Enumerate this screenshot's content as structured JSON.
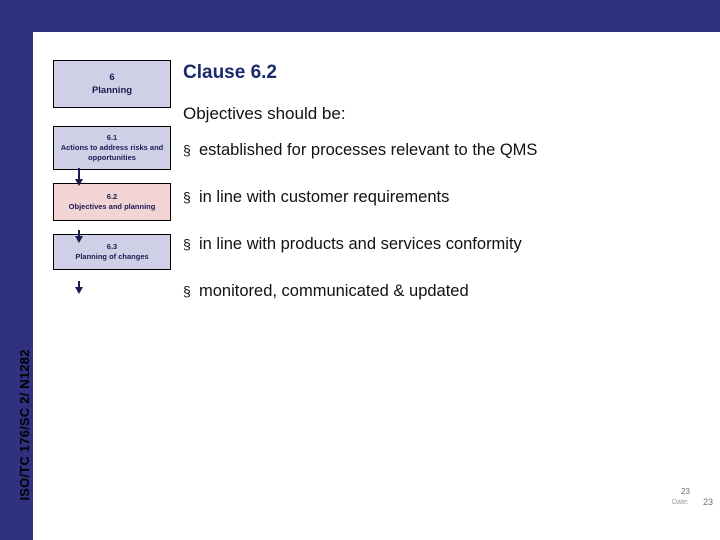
{
  "sidebar": {
    "vertical_text": "ISO/TC 176/SC 2/ N1282"
  },
  "flow": {
    "boxes": [
      {
        "number": "6",
        "label": "Planning"
      },
      {
        "number": "6.1",
        "label": "Actions to address risks and opportunities"
      },
      {
        "number": "6.2",
        "label": "Objectives and planning"
      },
      {
        "number": "6.3",
        "label": "Planning of changes"
      }
    ]
  },
  "content": {
    "title": "Clause 6.2",
    "subtitle": "Objectives should be:",
    "bullet_marker": "§",
    "bullets": [
      "established for processes relevant to the QMS",
      "in line with customer requirements",
      "in line with products and services conformity",
      "monitored, communicated & updated"
    ]
  },
  "footer": {
    "page_top": "23",
    "date": "Date:",
    "page": "23"
  },
  "colors": {
    "band": "#313182",
    "box_blue": "#cfd0e6",
    "box_pink": "#f2d4d4",
    "title": "#1b2a6b"
  }
}
